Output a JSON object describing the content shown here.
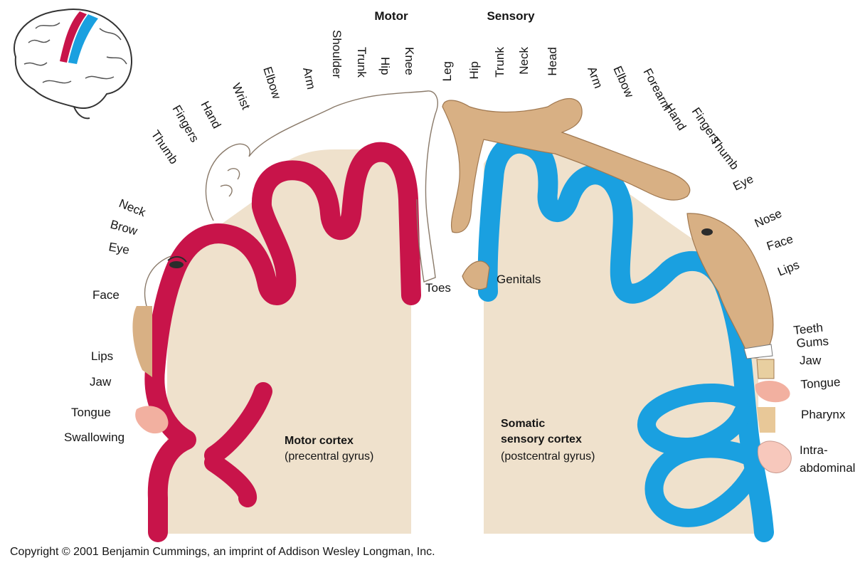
{
  "headings": {
    "motor": "Motor",
    "sensory": "Sensory"
  },
  "motor_labels": [
    "Knee",
    "Hip",
    "Trunk",
    "Shoulder",
    "Arm",
    "Elbow",
    "Wrist",
    "Hand",
    "Fingers",
    "Thumb",
    "Neck",
    "Brow",
    "Eye",
    "Face",
    "Lips",
    "Jaw",
    "Tongue",
    "Swallowing",
    "Toes"
  ],
  "sensory_labels": [
    "Leg",
    "Hip",
    "Trunk",
    "Neck",
    "Head",
    "Arm",
    "Elbow",
    "Forearm",
    "Hand",
    "Fingers",
    "Thumb",
    "Eye",
    "Nose",
    "Face",
    "Lips",
    "Teeth",
    "Gums",
    "Jaw",
    "Tongue",
    "Pharynx",
    "Intra-",
    "abdominal",
    "Genitals"
  ],
  "motor_cortex": {
    "title": "Motor cortex",
    "subtitle": "(precentral gyrus)"
  },
  "sensory_cortex": {
    "title_line1": "Somatic",
    "title_line2": "sensory cortex",
    "subtitle": "(postcentral gyrus)"
  },
  "copyright": "Copyright © 2001 Benjamin Cummings, an imprint of Addison Wesley Longman, Inc.",
  "colors": {
    "motor": "#c8144a",
    "sensory": "#1aa0e0",
    "tissue": "#efe1cc",
    "skin": "#d8b084"
  }
}
